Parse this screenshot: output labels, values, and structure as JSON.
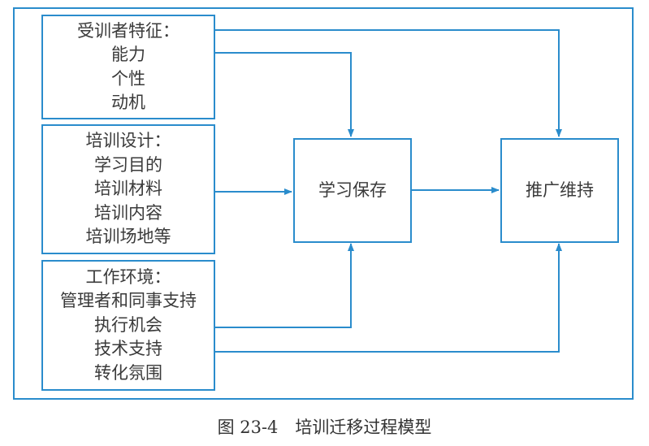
{
  "boxes": {
    "trainee": {
      "title": "受训者特征：",
      "items": [
        "能力",
        "个性",
        "动机"
      ]
    },
    "design": {
      "title": "培训设计：",
      "items": [
        "学习目的",
        "培训材料",
        "培训内容",
        "培训场地等"
      ]
    },
    "environment": {
      "title": "工作环境：",
      "items": [
        "管理者和同事支持",
        "执行机会",
        "技术支持",
        "转化氛围"
      ]
    },
    "learning": {
      "label": "学习保存"
    },
    "generalization": {
      "label": "推广维持"
    }
  },
  "caption": "图 23-4　培训迁移过程模型",
  "colors": {
    "line": "#2a8ccc"
  }
}
